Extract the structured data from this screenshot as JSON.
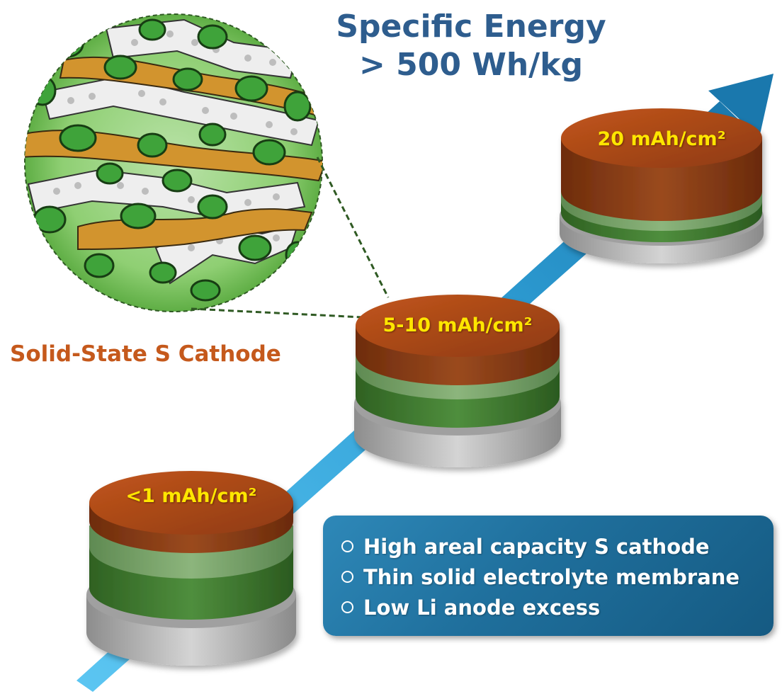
{
  "title": {
    "line1": "Specific Energy",
    "line2": "> 500 Wh/kg"
  },
  "cells": [
    {
      "label": "<1 mAh/cm²"
    },
    {
      "label": "5-10 mAh/cm²"
    },
    {
      "label": "20 mAh/cm²"
    }
  ],
  "cathode_label": "Solid-State S Cathode",
  "bullets": [
    "High areal capacity S cathode",
    "Thin solid electrolyte membrane",
    "Low Li anode excess"
  ],
  "colors": {
    "title": "#2e5d8e",
    "arrow": "#35a6de",
    "cathode_layer": "#a04a1c",
    "electrolyte_layer": "#3d7a2c",
    "anode_layer": "#b5b5b5",
    "cap_label": "#ffe600",
    "cathode_label": "#c5591c",
    "bullet_box": "#1f6f9c"
  }
}
